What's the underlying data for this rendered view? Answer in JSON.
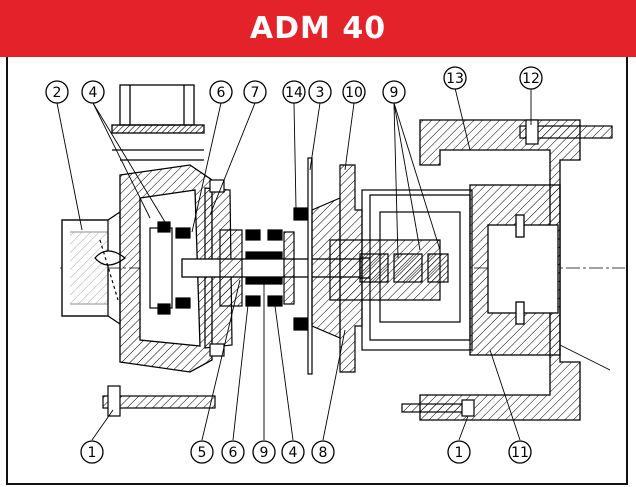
{
  "header": {
    "title": "ADM 40",
    "background": "#e3222a",
    "text_color": "#ffffff"
  },
  "callouts_top": [
    {
      "id": "c2",
      "label": "2"
    },
    {
      "id": "c4a",
      "label": "4"
    },
    {
      "id": "c6a",
      "label": "6"
    },
    {
      "id": "c7",
      "label": "7"
    },
    {
      "id": "c14",
      "label": "14"
    },
    {
      "id": "c3",
      "label": "3"
    },
    {
      "id": "c10",
      "label": "10"
    },
    {
      "id": "c9a",
      "label": "9"
    },
    {
      "id": "c13",
      "label": "13"
    },
    {
      "id": "c12",
      "label": "12"
    }
  ],
  "callouts_bottom": [
    {
      "id": "c1a",
      "label": "1"
    },
    {
      "id": "c5",
      "label": "5"
    },
    {
      "id": "c6b",
      "label": "6"
    },
    {
      "id": "c9b",
      "label": "9"
    },
    {
      "id": "c4b",
      "label": "4"
    },
    {
      "id": "c8",
      "label": "8"
    },
    {
      "id": "c1b",
      "label": "1"
    },
    {
      "id": "c11",
      "label": "11"
    }
  ]
}
